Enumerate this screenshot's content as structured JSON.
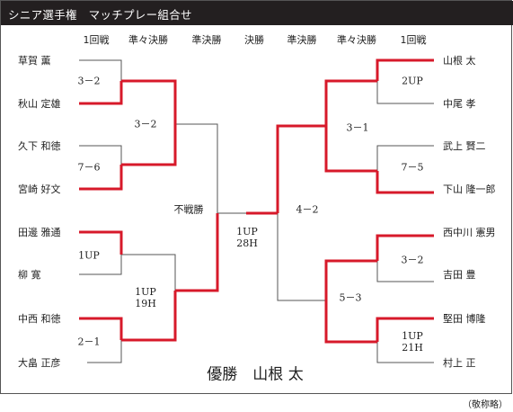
{
  "title": "シニア選手権　マッチプレー組合せ",
  "round_headers": [
    "1回戦",
    "準々決勝",
    "準決勝",
    "決勝",
    "準決勝",
    "準々決勝",
    "1回戦"
  ],
  "left_players": [
    "草賀 薫",
    "秋山 定雄",
    "久下 和徳",
    "宮崎 好文",
    "田邊 雅通",
    "柳 寛",
    "中西 和徳",
    "大畠 正彦"
  ],
  "right_players": [
    "山根 太",
    "中尾 孝",
    "武上 賢二",
    "下山 隆一郎",
    "西中川 憲男",
    "吉田 豊",
    "堅田 博隆",
    "村上 正"
  ],
  "scores": {
    "l_r1_1": "3－2",
    "l_r1_2": "7－6",
    "l_r1_3": "1UP",
    "l_r1_4": "2－1",
    "l_qf_1": "3－2",
    "l_qf_2a": "1UP",
    "l_qf_2b": "19H",
    "l_sf": "不戦勝",
    "final_a": "1UP",
    "final_b": "28H",
    "r_sf": "4－2",
    "r_qf_1": "3－1",
    "r_qf_2": "5－3",
    "r_r1_1": "2UP",
    "r_r1_2": "7－5",
    "r_r1_3": "3－2",
    "r_r1_4a": "1UP",
    "r_r1_4b": "21H"
  },
  "champion": "優勝　山根 太",
  "note": "（敬称略）",
  "colors": {
    "winner_line": "#d7192a",
    "line": "#555555",
    "title_bg": "#231f20"
  }
}
